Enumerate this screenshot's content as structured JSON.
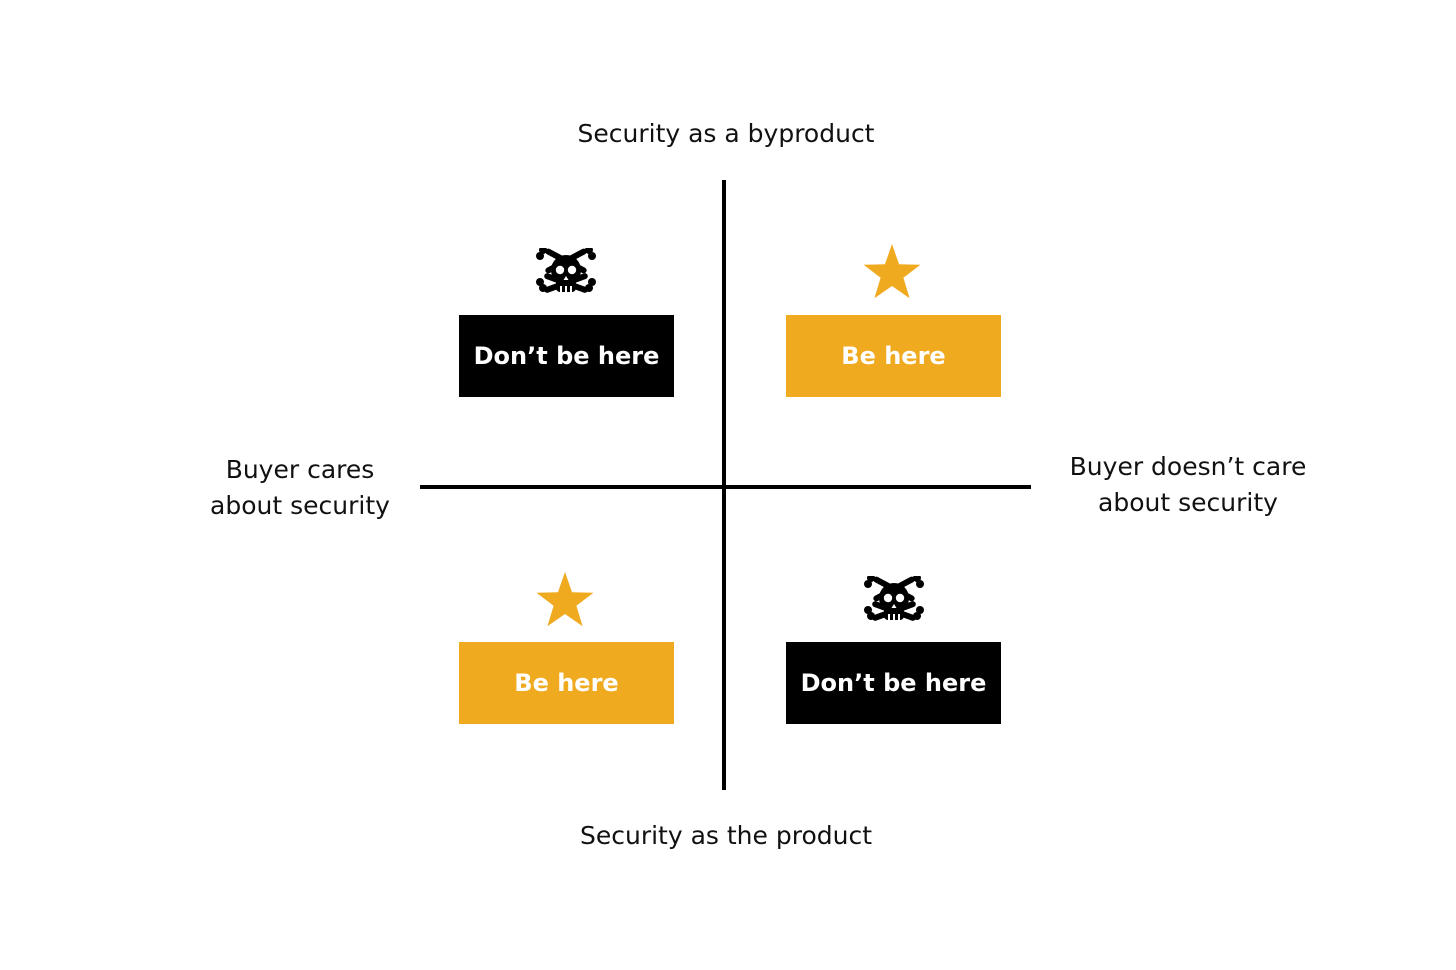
{
  "axes": {
    "top": "Security as a byproduct",
    "bottom": "Security as the product",
    "left": [
      "Buyer cares",
      "about security"
    ],
    "right": [
      "Buyer doesn’t care",
      "about security"
    ]
  },
  "quadrants": {
    "top_left": {
      "label": "Don’t be here",
      "icon": "skull-crossbones-icon",
      "color": "#000000"
    },
    "top_right": {
      "label": "Be here",
      "icon": "star-icon",
      "color": "#F0AA20"
    },
    "bottom_left": {
      "label": "Be here",
      "icon": "star-icon",
      "color": "#F0AA20"
    },
    "bottom_right": {
      "label": "Don’t be here",
      "icon": "skull-crossbones-icon",
      "color": "#000000"
    }
  },
  "colors": {
    "accent": "#F0AA20",
    "dark": "#000000",
    "axis": "#000000",
    "text": "#111111"
  }
}
